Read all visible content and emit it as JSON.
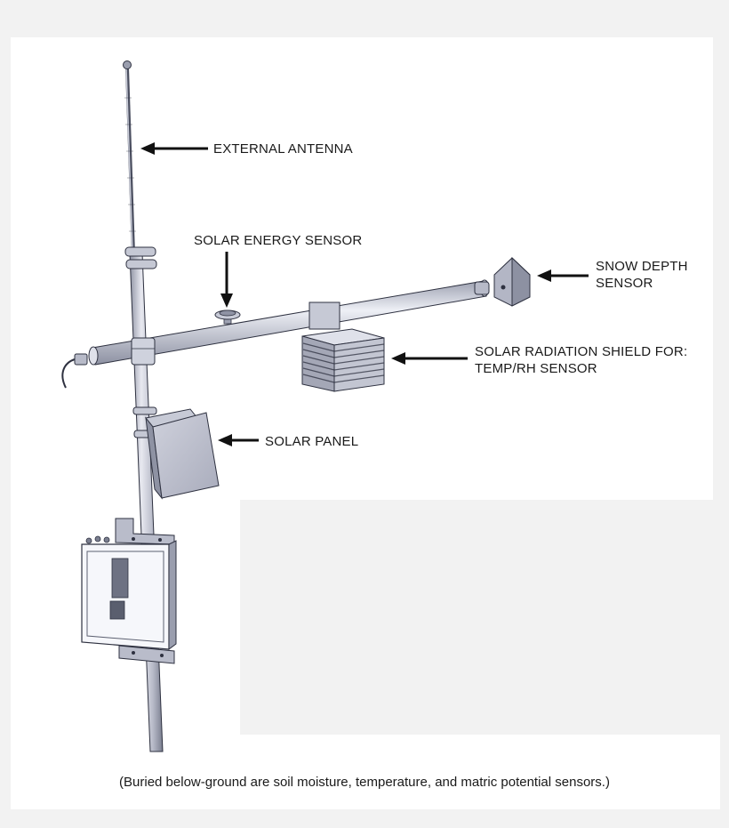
{
  "labels": {
    "external_antenna": "EXTERNAL ANTENNA",
    "solar_energy_sensor": "SOLAR ENERGY SENSOR",
    "snow_depth_sensor_line1": "SNOW DEPTH",
    "snow_depth_sensor_line2": "SENSOR",
    "solar_radiation_shield_line1": "SOLAR RADIATION SHIELD FOR:",
    "solar_radiation_shield_line2": "TEMP/RH SENSOR",
    "solar_panel": "SOLAR PANEL"
  },
  "caption": "(Buried below-ground are soil moisture, temperature, and matric potential sensors.)",
  "colors": {
    "page_background": "#f2f2f2",
    "panel_background": "#ffffff",
    "metal_light": "#e4e6ee",
    "metal_mid": "#b9bccb",
    "metal_dark": "#6e7283",
    "outline": "#2e3140",
    "arrow": "#111111",
    "text": "#1a1a1a"
  }
}
